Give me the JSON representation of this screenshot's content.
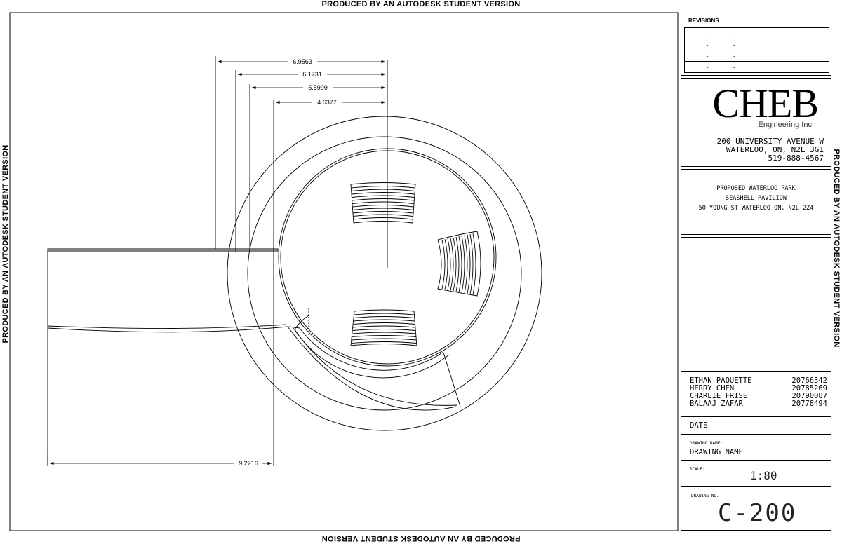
{
  "watermark": "PRODUCED BY AN AUTODESK STUDENT VERSION",
  "dimensions": {
    "d1": "6.9563",
    "d2": "6.1731",
    "d3": "5.5999",
    "d4": "4.6377",
    "d5": "9.2216"
  },
  "title_block": {
    "revisions": {
      "title": "REVISIONS",
      "rows": [
        {
          "rev": "-",
          "desc": "-"
        },
        {
          "rev": "-",
          "desc": "-"
        },
        {
          "rev": "-",
          "desc": "-"
        },
        {
          "rev": "-",
          "desc": "-"
        }
      ]
    },
    "company": {
      "logo": "CHEB",
      "sub": "Engineering Inc.",
      "address1": "200 UNIVERSITY AVENUE W",
      "address2": "WATERLOO, ON, N2L 3G1",
      "phone": "519-888-4567"
    },
    "project": {
      "line1": "PROPOSED WATERLOO PARK",
      "line2": "SEASHELL PAVILION",
      "line3": "50 YOUNG ST WATERLOO ON, N2L 2Z4"
    },
    "team": [
      {
        "name": "ETHAN PAQUETTE",
        "id": "20766342"
      },
      {
        "name": "HERRY CHEN",
        "id": "20785269"
      },
      {
        "name": "CHARLIE FRISE",
        "id": "20790087"
      },
      {
        "name": "BALAAJ ZAFAR",
        "id": "20778494"
      }
    ],
    "date_label": "DATE",
    "drawing_name_label": "DRAWING NAME:",
    "drawing_name": "DRAWING NAME",
    "scale_label": "SCALE:",
    "scale": "1:80",
    "drawing_no_label": "DRAWING NO.",
    "drawing_no": "C-200"
  }
}
